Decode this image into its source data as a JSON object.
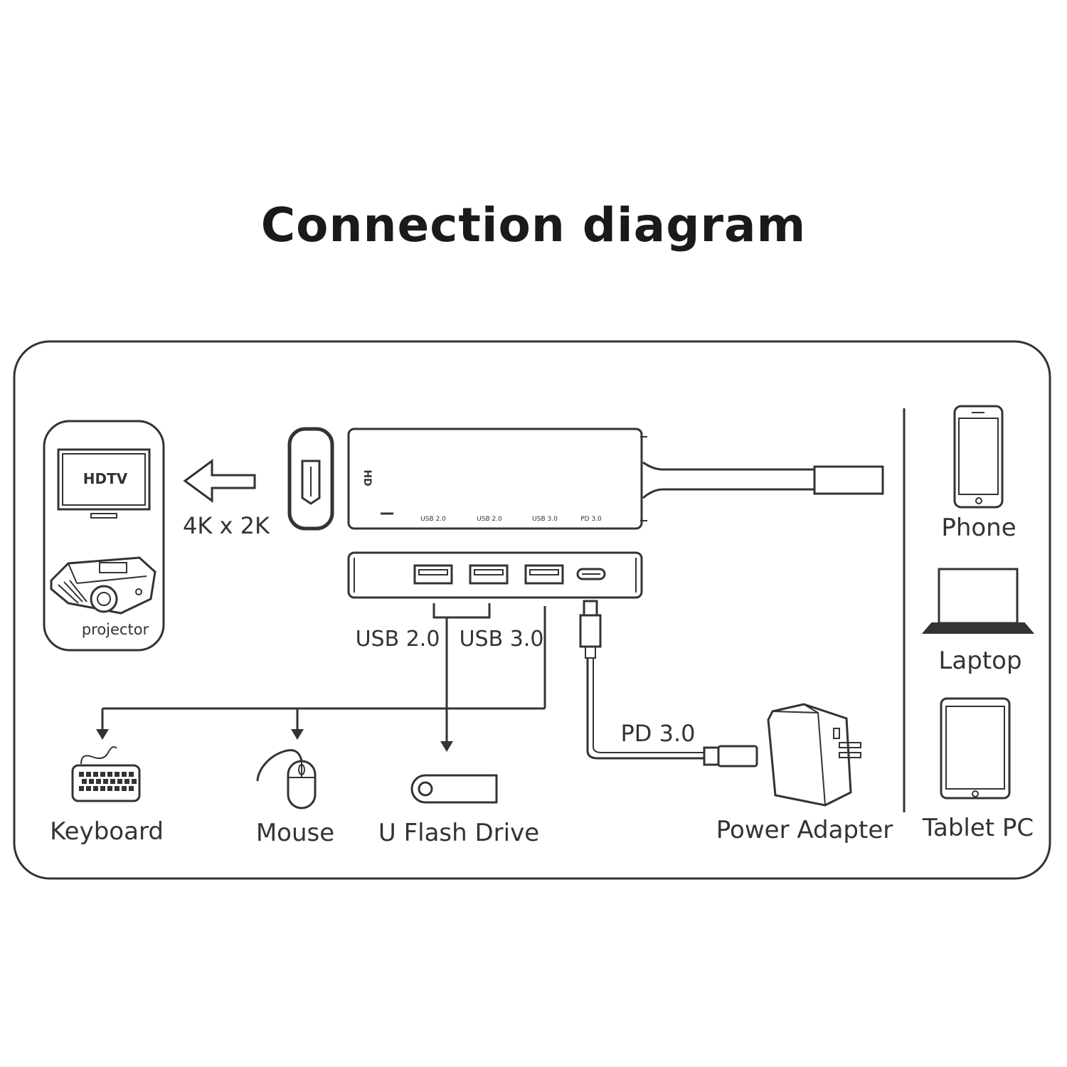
{
  "title": "Connection diagram",
  "hub": {
    "hdmi_logo": "HD",
    "port_labels": [
      "USB 2.0",
      "USB 2.0",
      "USB 3.0",
      "PD 3.0"
    ]
  },
  "display": {
    "tv_label": "HDTV",
    "projector_label": "projector",
    "resolution_label": "4K x 2K"
  },
  "usb_labels": {
    "usb2": "USB 2.0",
    "usb3": "USB 3.0"
  },
  "pd_label": "PD 3.0",
  "peripherals": {
    "keyboard": "Keyboard",
    "mouse": "Mouse",
    "flash_drive": "U Flash Drive",
    "power_adapter": "Power Adapter"
  },
  "hosts": {
    "phone": "Phone",
    "laptop": "Laptop",
    "tablet": "Tablet PC"
  }
}
